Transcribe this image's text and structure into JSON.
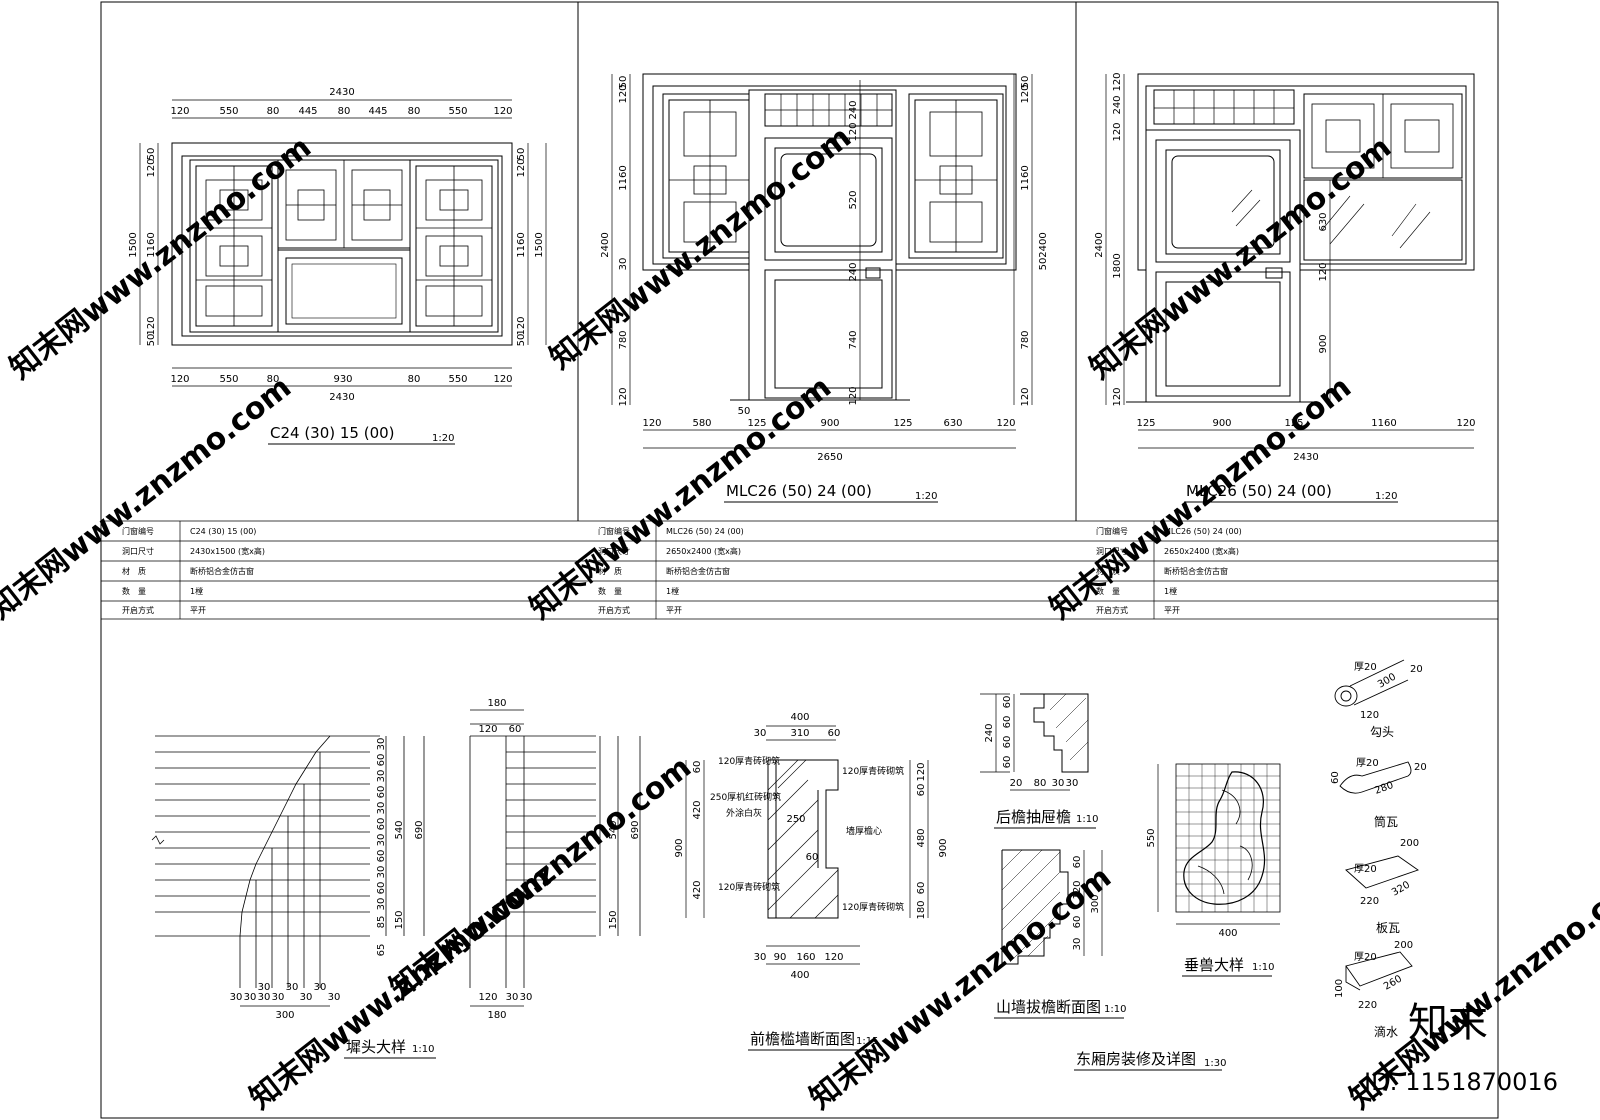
{
  "drawings": {
    "c24": {
      "title": "C24 (30) 15 (00)",
      "scale": "1:20",
      "top_total": "2430",
      "top_dims": [
        "120",
        "550",
        "80",
        "445",
        "80",
        "445",
        "80",
        "550",
        "120"
      ],
      "bottom_dims": [
        "120",
        "550",
        "80",
        "930",
        "80",
        "550",
        "120"
      ],
      "bottom_total": "2430",
      "left_dims": [
        "50",
        "120",
        "1160",
        "120",
        "50"
      ],
      "left_total": "1500",
      "right_dims": [
        "50",
        "120",
        "1160",
        "120",
        "50"
      ],
      "right_total": "1500"
    },
    "mlc_a": {
      "title": "MLC26 (50) 24 (00)",
      "scale": "1:20",
      "left_dims": [
        "50",
        "120",
        "1160",
        "30",
        "780",
        "120"
      ],
      "left_total": "2400",
      "right_dims": [
        "50",
        "120",
        "1160",
        "50",
        "780",
        "120"
      ],
      "right_total": "2400",
      "center_dims": [
        "240",
        "120",
        "520",
        "240",
        "740",
        "120"
      ],
      "bottom_dims": [
        "120",
        "580",
        "50",
        "125",
        "900",
        "125",
        "630",
        "120"
      ],
      "bottom_total": "2650"
    },
    "mlc_b": {
      "title": "MLC26 (50) 24 (00)",
      "scale": "1:20",
      "left_dims": [
        "120",
        "240",
        "120",
        "1800",
        "120"
      ],
      "left_total": "2400",
      "right_dims": [
        "630",
        "120",
        "900"
      ],
      "bottom_dims": [
        "125",
        "900",
        "125",
        "1160",
        "120"
      ],
      "bottom_total": "2430"
    }
  },
  "table": {
    "labels": [
      "门窗编号",
      "洞口尺寸",
      "材　质",
      "数　量",
      "开启方式"
    ],
    "col1": [
      "C24 (30) 15 (00)",
      "2430x1500 (宽x高)",
      "断桥铝合金仿古窗",
      "1樘",
      "平开"
    ],
    "col2": [
      "MLC26 (50) 24 (00)",
      "2650x2400 (宽x高)",
      "断桥铝合金仿古窗",
      "1樘",
      "平开"
    ],
    "col3": [
      "MLC26 (50) 24 (00)",
      "2650x2400 (宽x高)",
      "断桥铝合金仿古窗",
      "1樘",
      "平开"
    ]
  },
  "details": {
    "tou": {
      "title": "墀头大样",
      "scale": "1:10",
      "right_dims": [
        "30",
        "60",
        "30",
        "60",
        "30",
        "60",
        "30",
        "60",
        "30",
        "60",
        "30",
        "85",
        "65"
      ],
      "totals": [
        "540",
        "690",
        "150"
      ],
      "bottom_small": [
        "30",
        "30",
        "30",
        "30",
        "30",
        "30",
        "30",
        "30",
        "30"
      ],
      "bottom_total": "300",
      "side_top": [
        "180",
        "120",
        "60"
      ],
      "side_bottom": [
        "120",
        "30",
        "30"
      ],
      "side_bottom_total": "180"
    },
    "wall": {
      "title": "前檐槛墙断面图",
      "scale": "1:15",
      "top_total": "400",
      "top_dims": [
        "30",
        "310",
        "60"
      ],
      "notes": [
        "120厚青砖砌筑",
        "250厚机红砖砌筑",
        "外涂白灰",
        "120厚青砖砌筑",
        "墙厚檐心",
        "120厚青砖砌筑",
        "120厚青砖砌筑"
      ],
      "inner": [
        "250",
        "60"
      ],
      "left_dims": [
        "60",
        "420",
        "420"
      ],
      "left_total": "900",
      "right_dims": [
        "120",
        "60",
        "480",
        "60",
        "180"
      ],
      "right_total": "900",
      "bottom_dims": [
        "30",
        "90",
        "160",
        "120"
      ],
      "bottom_total": "400"
    },
    "eave": {
      "title": "后檐抽屉檐",
      "scale": "1:10",
      "left_dims": [
        "60",
        "60",
        "60",
        "60"
      ],
      "left_total": "240",
      "bottom_dims": [
        "20",
        "80",
        "30",
        "30"
      ]
    },
    "gable": {
      "title": "山墙拔檐断面图",
      "scale": "1:10",
      "right_dims": [
        "60",
        "120",
        "60",
        "30"
      ],
      "right_total": "300"
    },
    "beast": {
      "title": "垂兽大样",
      "scale": "1:10",
      "height": "550",
      "width": "400"
    },
    "tiles": [
      {
        "name": "勾头",
        "dims": [
          "厚20",
          "300",
          "120",
          "20"
        ]
      },
      {
        "name": "筒瓦",
        "dims": [
          "厚20",
          "280",
          "60",
          "20"
        ]
      },
      {
        "name": "板瓦",
        "dims": [
          "厚20",
          "200",
          "220",
          "320"
        ]
      },
      {
        "name": "滴水",
        "dims": [
          "厚20",
          "200",
          "260",
          "220",
          "100"
        ]
      }
    ],
    "group_title": "东厢房装修及详图",
    "group_scale": "1:30"
  },
  "watermark": {
    "text": "知末网www.znzmo.com",
    "brand": "知末",
    "id": "ID: 1151870016"
  }
}
